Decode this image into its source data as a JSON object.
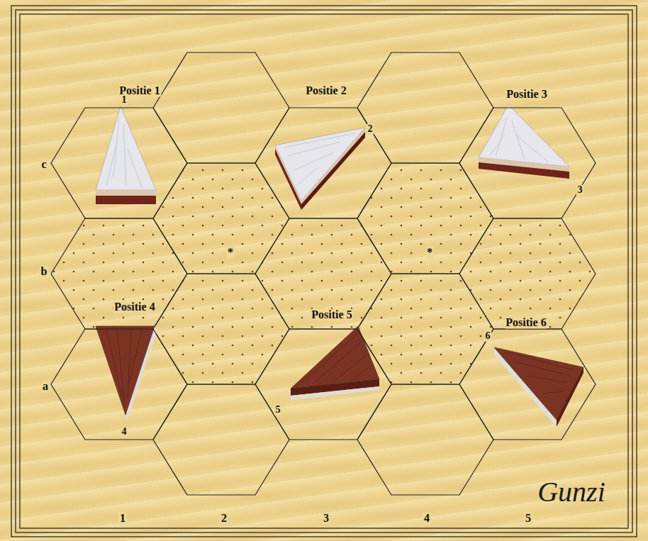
{
  "diagram": {
    "nodes": [
      {
        "text": [
          "Positie 1",
          "1"
        ]
      },
      {
        "text": [
          "Positie 2",
          "2"
        ]
      },
      {
        "text": [
          "Positie 3",
          "3"
        ]
      },
      {
        "text": [
          "Positie 4",
          "4"
        ]
      },
      {
        "text": [
          "Positie 5",
          "5"
        ]
      },
      {
        "text": [
          "Positie 6",
          "6"
        ]
      }
    ],
    "labels": [
      "c",
      "b",
      "a",
      "*",
      "*",
      "1",
      "2",
      "3",
      "4",
      "5",
      "Gunzi"
    ]
  }
}
